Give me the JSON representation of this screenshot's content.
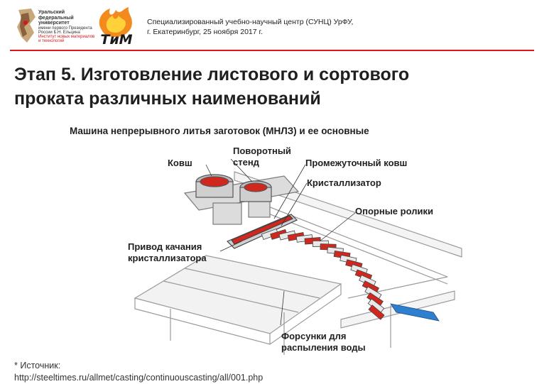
{
  "header": {
    "logo_lines": [
      "Уральский",
      "федеральный",
      "университет",
      "имени первого Президента",
      "России Б.Н. Ельцина",
      "Институт новых материалов",
      "и технологий"
    ],
    "logo2_text": "ТиМ",
    "line1": "Специализированный учебно-научный центр (СУНЦ) УрФУ,",
    "line2": "г. Екатеринбург, 25 ноября 2017 г.",
    "accent_color": "#d8161b"
  },
  "slide": {
    "title_line1": "Этап 5. Изготовление листового и сортового",
    "title_line2": "проката различных наименований",
    "caption": "Машина непрерывного литья заготовок (МНЛЗ) и ее основные"
  },
  "diagram": {
    "labels": {
      "ladle": "Ковш",
      "turret": "Поворотный стенд",
      "tundish": "Промежуточный ковш",
      "mold": "Кристаллизатор",
      "rollers": "Опорные ролики",
      "oscillator": "Привод качания кристаллизатора",
      "sprayers": "Форсунки для распыления воды"
    },
    "metal_color": "#d0281e"
  },
  "footer": {
    "source_label": "* Источник:",
    "source_url": "http://steeltimes.ru/allmet/casting/continuouscasting/all/001.php"
  }
}
